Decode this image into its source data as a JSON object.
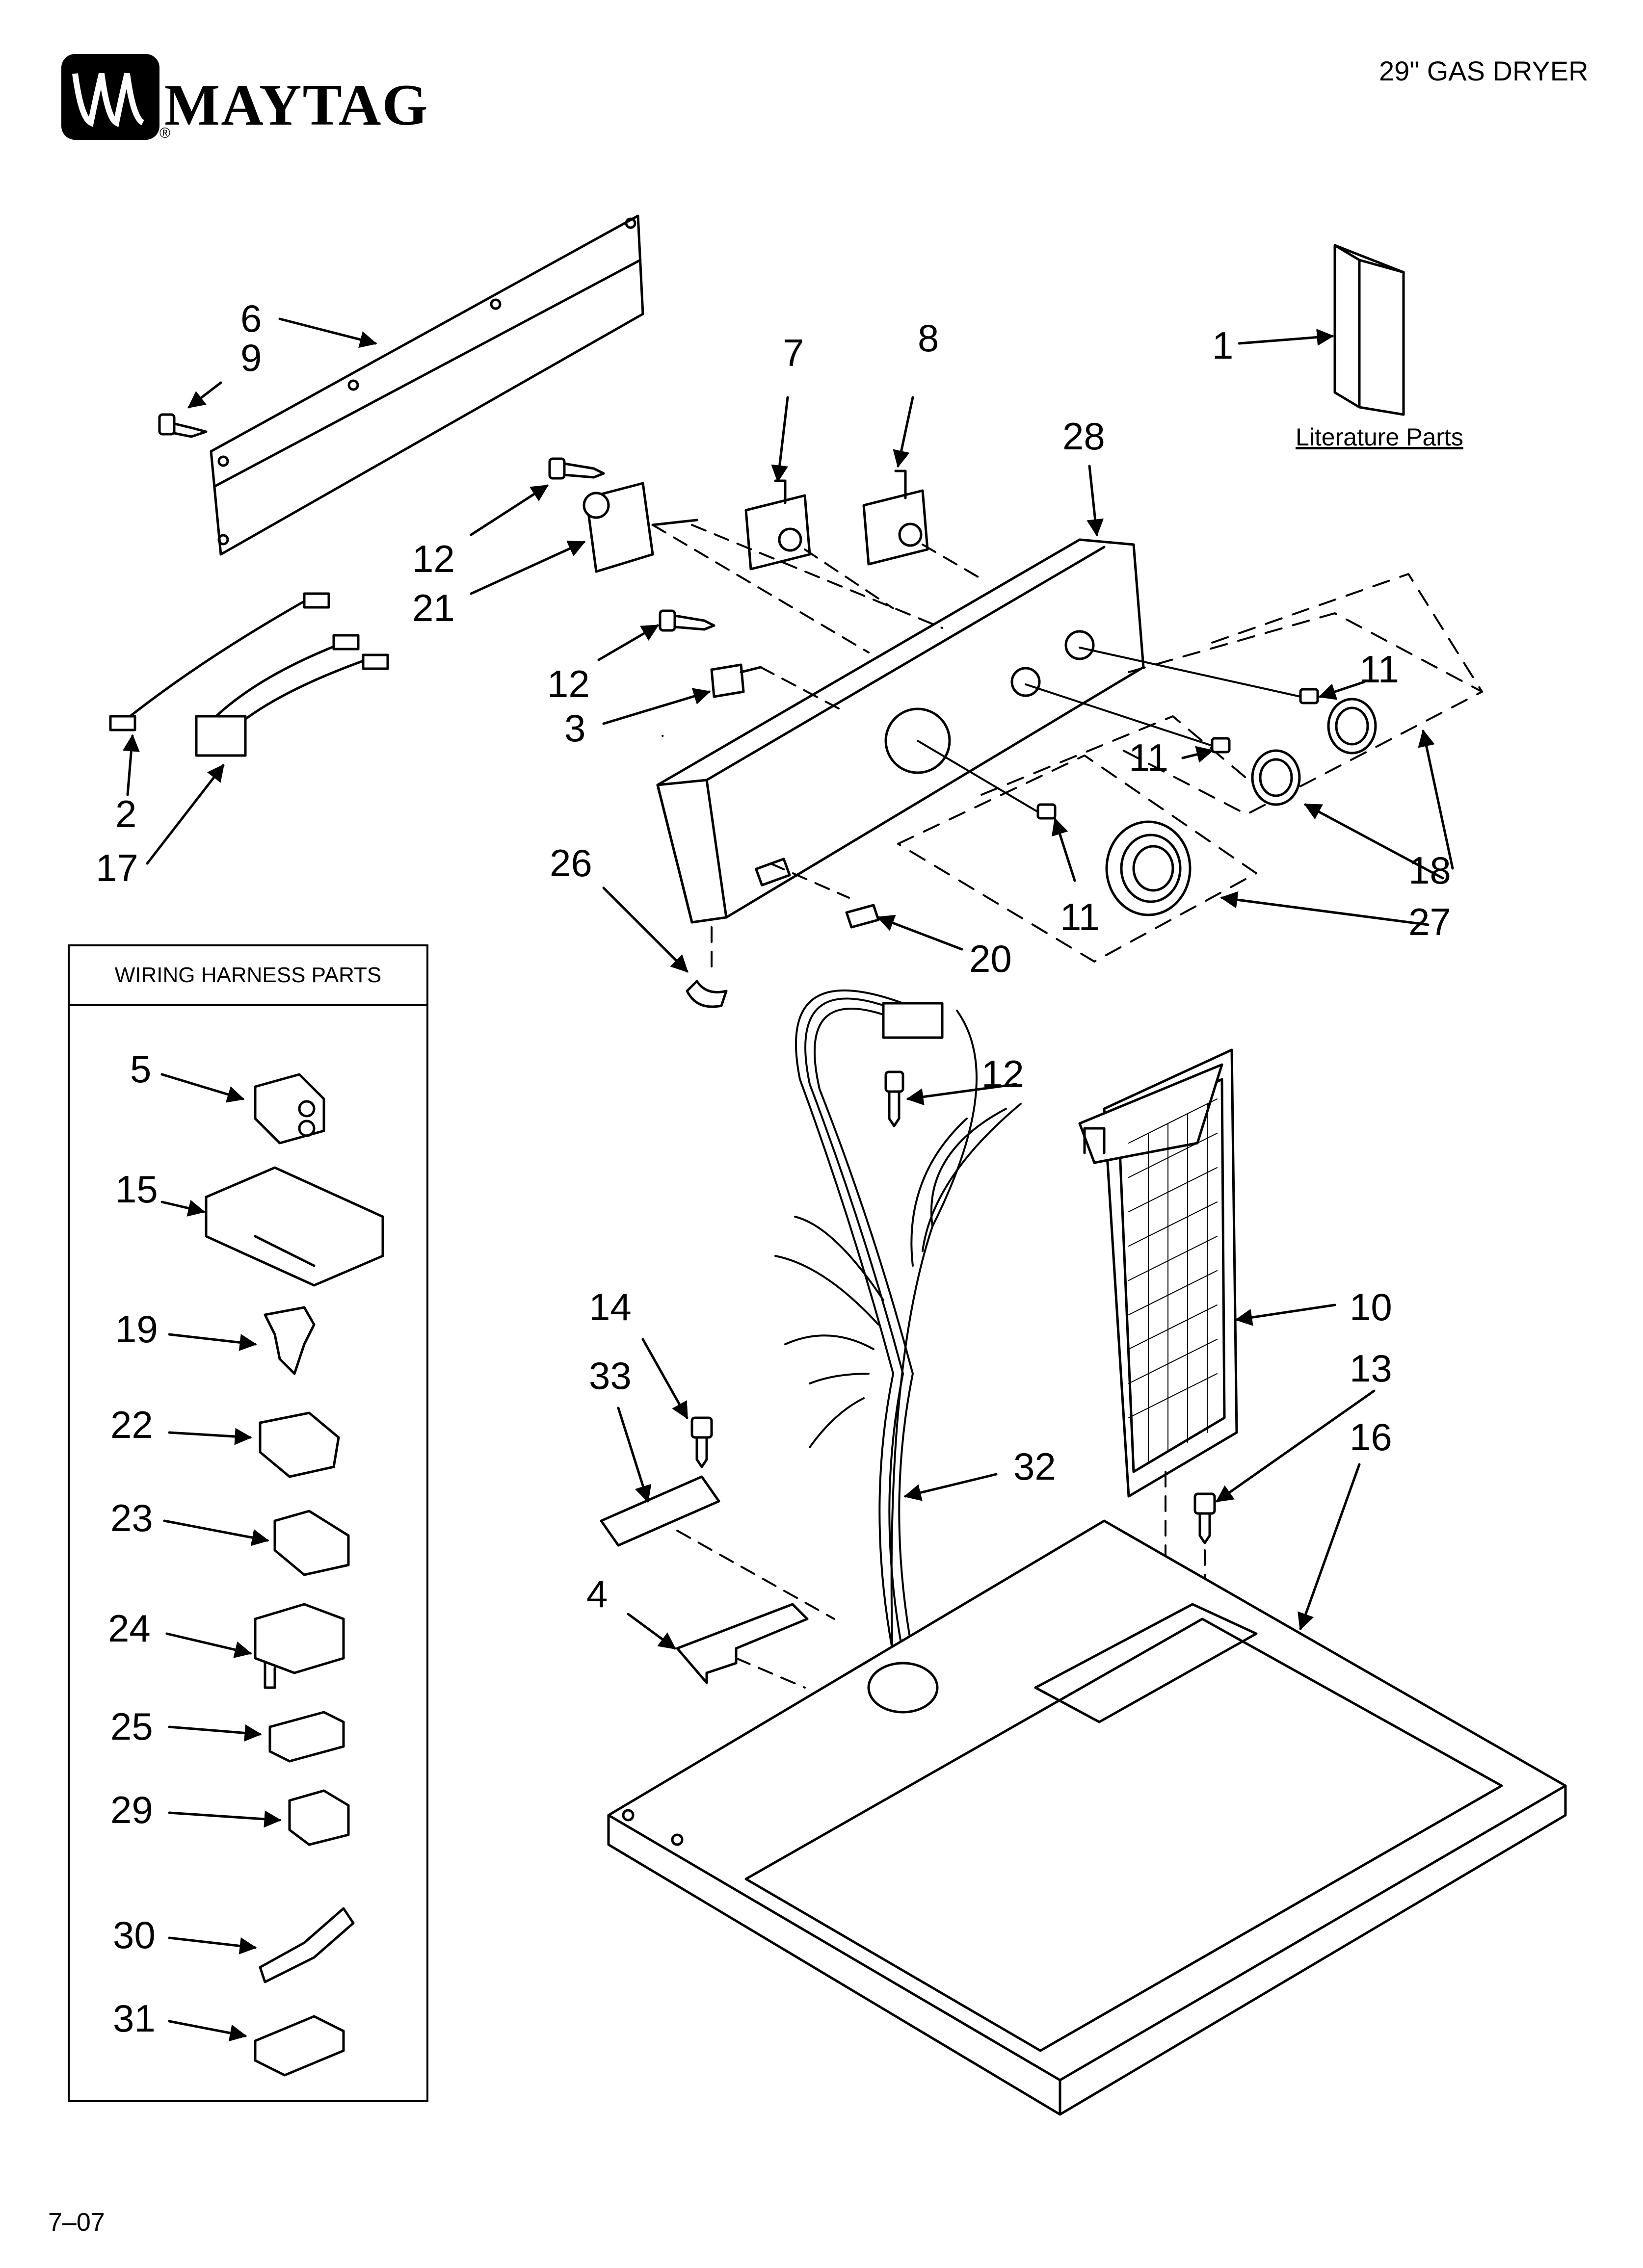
{
  "header": {
    "brand": "MAYTAG",
    "brand_mark": "®",
    "model": "29\" GAS DRYER"
  },
  "literature": {
    "label": "Literature Parts"
  },
  "harness_box": {
    "title": "WIRING HARNESS PARTS"
  },
  "callouts": {
    "c1": "1",
    "c2": "2",
    "c3": "3",
    "c4": "4",
    "c5": "5",
    "c6": "6",
    "c7": "7",
    "c8": "8",
    "c9": "9",
    "c10": "10",
    "c11a": "11",
    "c11b": "11",
    "c11c": "11",
    "c12a": "12",
    "c12b": "12",
    "c12c": "12",
    "c13": "13",
    "c14": "14",
    "c15": "15",
    "c16": "16",
    "c17": "17",
    "c18": "18",
    "c19": "19",
    "c20": "20",
    "c21": "21",
    "c22": "22",
    "c23": "23",
    "c24": "24",
    "c25": "25",
    "c26": "26",
    "c27": "27",
    "c28": "28",
    "c29": "29",
    "c30": "30",
    "c31": "31",
    "c32": "32",
    "c33": "33"
  },
  "footer": {
    "page_code": "7–07"
  }
}
